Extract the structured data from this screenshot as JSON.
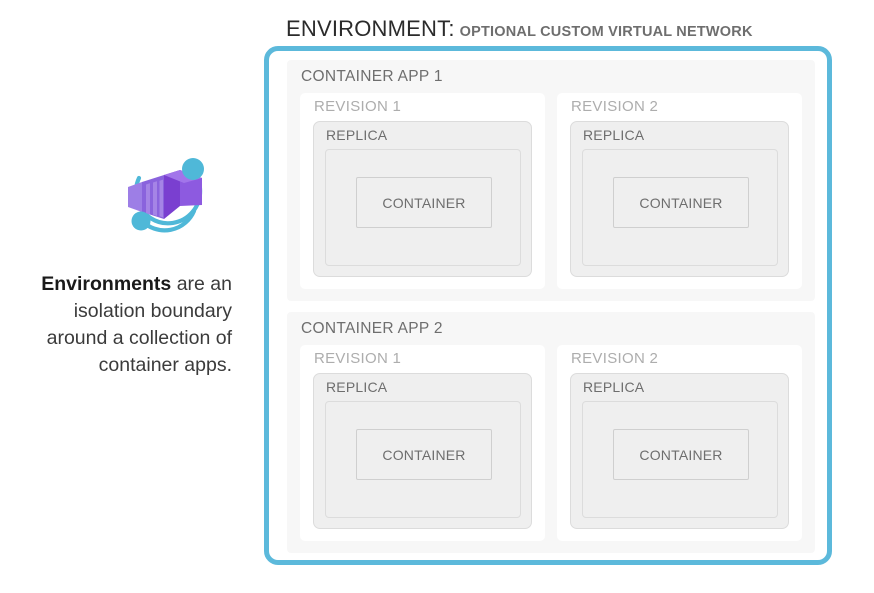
{
  "title": {
    "main": "ENVIRONMENT:",
    "sub": "OPTIONAL CUSTOM VIRTUAL NETWORK"
  },
  "caption": {
    "bold": "Environments",
    "rest": " are an isolation boundary around a collection of container apps."
  },
  "icon": {
    "name": "azure-container-apps-icon",
    "purple_light": "#9d7ee6",
    "purple_mid": "#8a63dd",
    "purple_dark": "#7a3fd0",
    "accent_cyan": "#4fb8d8"
  },
  "colors": {
    "environment_border": "#5cb9db",
    "app_bg": "#f7f7f7",
    "revision_bg": "#ffffff",
    "replica_bg": "#efefef",
    "replica_border": "#dcdcdc",
    "container_border": "#cfcfcf",
    "app_label": "#6e6e6e",
    "revision_label": "#adadad"
  },
  "apps": [
    {
      "label": "CONTAINER APP 1",
      "revisions": [
        {
          "label": "REVISION 1",
          "replica": {
            "label": "REPLICA",
            "container": {
              "label": "CONTAINER"
            }
          }
        },
        {
          "label": "REVISION 2",
          "replica": {
            "label": "REPLICA",
            "container": {
              "label": "CONTAINER"
            }
          }
        }
      ]
    },
    {
      "label": "CONTAINER APP 2",
      "revisions": [
        {
          "label": "REVISION 1",
          "replica": {
            "label": "REPLICA",
            "container": {
              "label": "CONTAINER"
            }
          }
        },
        {
          "label": "REVISION 2",
          "replica": {
            "label": "REPLICA",
            "container": {
              "label": "CONTAINER"
            }
          }
        }
      ]
    }
  ]
}
